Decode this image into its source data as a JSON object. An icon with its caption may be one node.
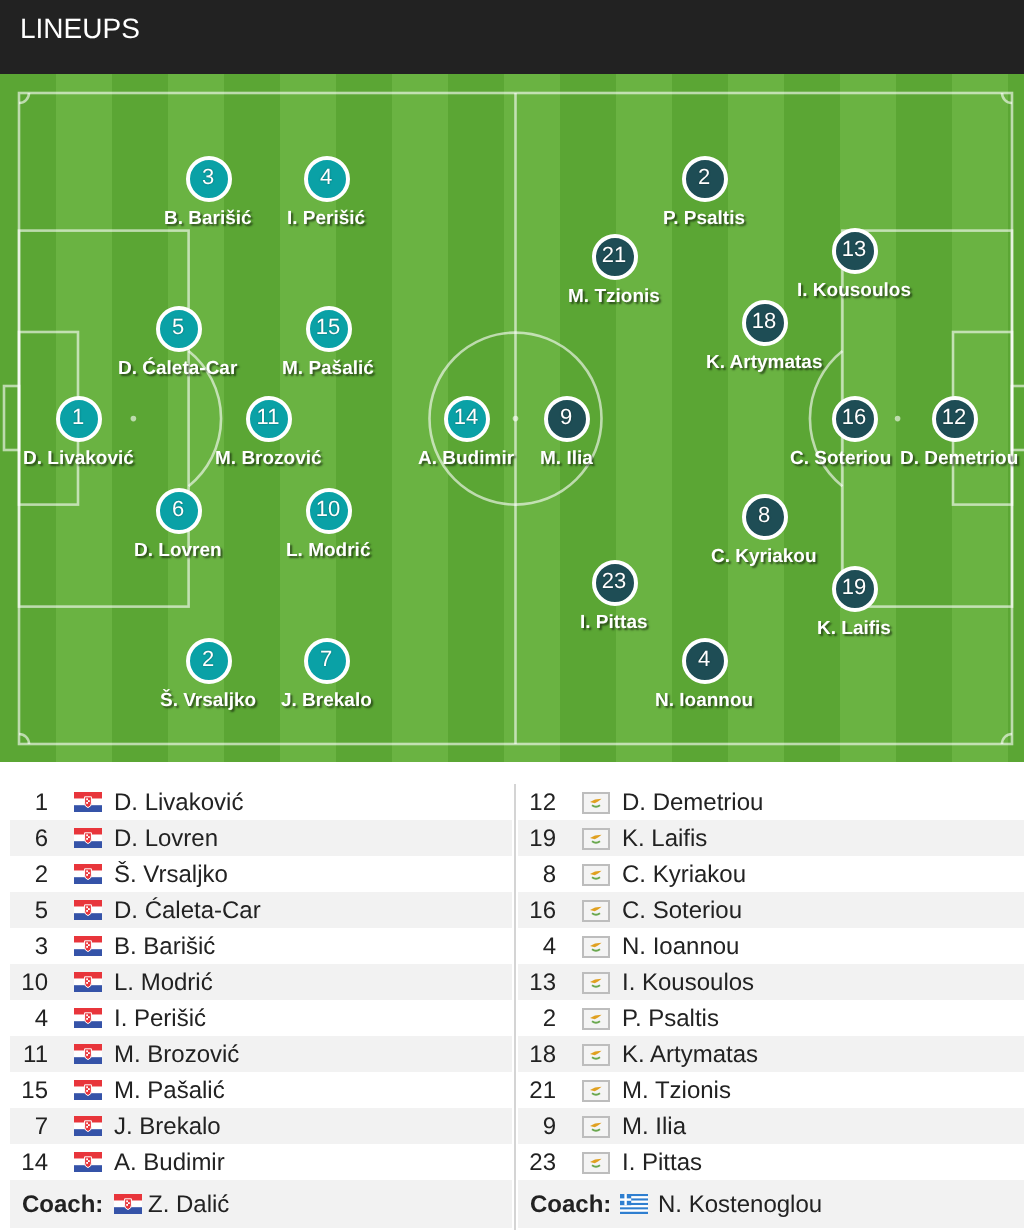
{
  "diagram": {
    "title": "LINEUPS",
    "nodes": [
      {
        "text": [
          "1"
        ],
        "beside": [
          "D. Livaković"
        ]
      },
      {
        "text": [
          "6"
        ],
        "beside": [
          "D. Lovren"
        ]
      },
      {
        "text": [
          "2"
        ],
        "beside": [
          "Š. Vrsaljko"
        ]
      },
      {
        "text": [
          "5"
        ],
        "beside": [
          "D. Ćaleta-Car"
        ]
      },
      {
        "text": [
          "3"
        ],
        "beside": [
          "B. Barišić"
        ]
      },
      {
        "text": [
          "10"
        ],
        "beside": [
          "L. Modrić"
        ]
      },
      {
        "text": [
          "4"
        ],
        "beside": [
          "I. Perišić"
        ]
      },
      {
        "text": [
          "11"
        ],
        "beside": [
          "M. Brozović"
        ]
      },
      {
        "text": [
          "15"
        ],
        "beside": [
          "M. Pašalić"
        ]
      },
      {
        "text": [
          "7"
        ],
        "beside": [
          "J. Brekalo"
        ]
      },
      {
        "text": [
          "14"
        ],
        "beside": [
          "A. Budimir"
        ]
      },
      {
        "text": [
          "12"
        ],
        "beside": [
          "D. Demetriou"
        ]
      },
      {
        "text": [
          "19"
        ],
        "beside": [
          "K. Laifis"
        ]
      },
      {
        "text": [
          "8"
        ],
        "beside": [
          "C. Kyriakou"
        ]
      },
      {
        "text": [
          "16"
        ],
        "beside": [
          "C. Soteriou"
        ]
      },
      {
        "text": [
          "4"
        ],
        "beside": [
          "N. Ioannou"
        ]
      },
      {
        "text": [
          "13"
        ],
        "beside": [
          "I. Kousoulos"
        ]
      },
      {
        "text": [
          "2"
        ],
        "beside": [
          "P. Psaltis"
        ]
      },
      {
        "text": [
          "18"
        ],
        "beside": [
          "K. Artymatas"
        ]
      },
      {
        "text": [
          "21"
        ],
        "beside": [
          "M. Tzionis"
        ]
      },
      {
        "text": [
          "9"
        ],
        "beside": [
          "M. Ilia"
        ]
      },
      {
        "text": [
          "23"
        ],
        "beside": [
          "I. Pittas"
        ]
      }
    ],
    "labels": [
      "1",
      "D. Livaković",
      "12",
      "D. Demetriou",
      "6",
      "D. Lovren",
      "19",
      "K. Laifis",
      "2",
      "Š. Vrsaljko",
      "8",
      "C. Kyriakou",
      "5",
      "D. Ćaleta-Car",
      "16",
      "C. Soteriou",
      "3",
      "B. Barišić",
      "4",
      "N. Ioannou",
      "10",
      "L. Modrić",
      "13",
      "I. Kousoulos",
      "4",
      "I. Perišić",
      "2",
      "P. Psaltis",
      "11",
      "M. Brozović",
      "18",
      "K. Artymatas",
      "15",
      "M. Pašalić",
      "21",
      "M. Tzionis",
      "7",
      "J. Brekalo",
      "9",
      "M. Ilia",
      "14",
      "A. Budimir",
      "23",
      "I. Pittas",
      "Coach:",
      "Z. Dalić",
      "Coach:",
      "N. Kostenoglou"
    ]
  }
}
